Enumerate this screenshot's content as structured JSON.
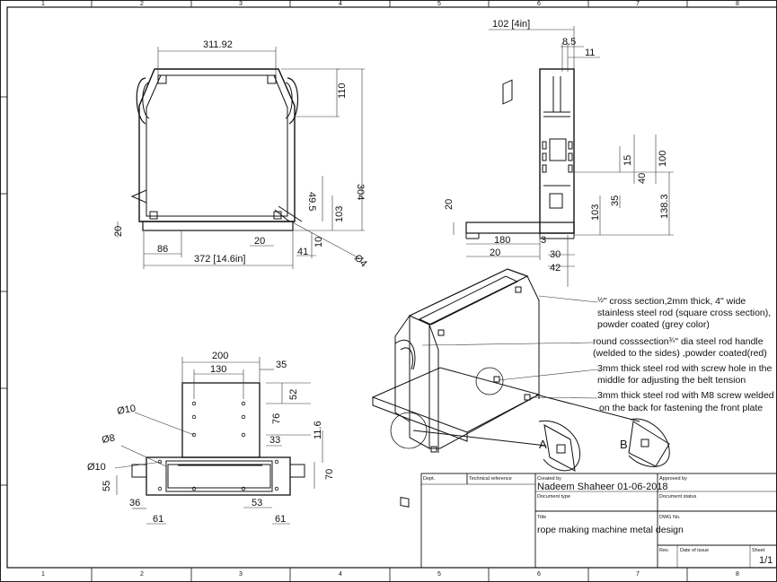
{
  "grid": {
    "columns": [
      "1",
      "2",
      "3",
      "4",
      "5",
      "6",
      "7",
      "8"
    ]
  },
  "views": {
    "front": {
      "dims": [
        "311.92",
        "110",
        "304",
        "49.5",
        "103",
        "20",
        "86",
        "20",
        "41",
        "10",
        "372 [14.6in]",
        "Ø4"
      ]
    },
    "side": {
      "dims": [
        "102 [4in]",
        "8.5",
        "11",
        "15",
        "40",
        "100",
        "35",
        "103",
        "138.3",
        "20",
        "180",
        "20",
        "3",
        "30",
        "42"
      ]
    },
    "top": {
      "dims": [
        "200",
        "130",
        "35",
        "52",
        "Ø10",
        "76",
        "11.6",
        "Ø8",
        "33",
        "Ø10",
        "70",
        "55",
        "36",
        "53",
        "61",
        "61"
      ]
    },
    "iso": {
      "detail_a": "A",
      "detail_b": "B"
    }
  },
  "notes": {
    "n1": {
      "frac": "½",
      "lines": [
        "\" cross section,2mm thick, 4\" wide",
        "stainless steel rod (square cross section),",
        "powder coated (grey color)"
      ]
    },
    "n2": {
      "lines": [
        "round cosssection",
        "¾",
        "\" dia steel rod handle",
        "(welded to the sides) ,powder coated(red)"
      ]
    },
    "n3": {
      "lines": [
        "3mm thick steel rod with screw hole in the",
        "middle for adjusting the belt tension"
      ]
    },
    "n4": {
      "lines": [
        "3mm thick steel rod with M8 screw welded",
        "on the back for fastening the front plate"
      ]
    }
  },
  "title_block": {
    "dept_label": "Dept.",
    "tech_ref_label": "Technical reference",
    "created_by_label": "Created by",
    "created_by": "Nadeem Shaheer  01-06-2018",
    "approved_by_label": "Approved by",
    "doc_type_label": "Document type",
    "doc_status_label": "Document status",
    "title_label": "Title",
    "title": "rope making machine metal design",
    "dwg_no_label": "DWG No.",
    "rev_label": "Rev.",
    "date_label": "Date of issue",
    "sheet_label": "Sheet",
    "sheet": "1/1"
  }
}
